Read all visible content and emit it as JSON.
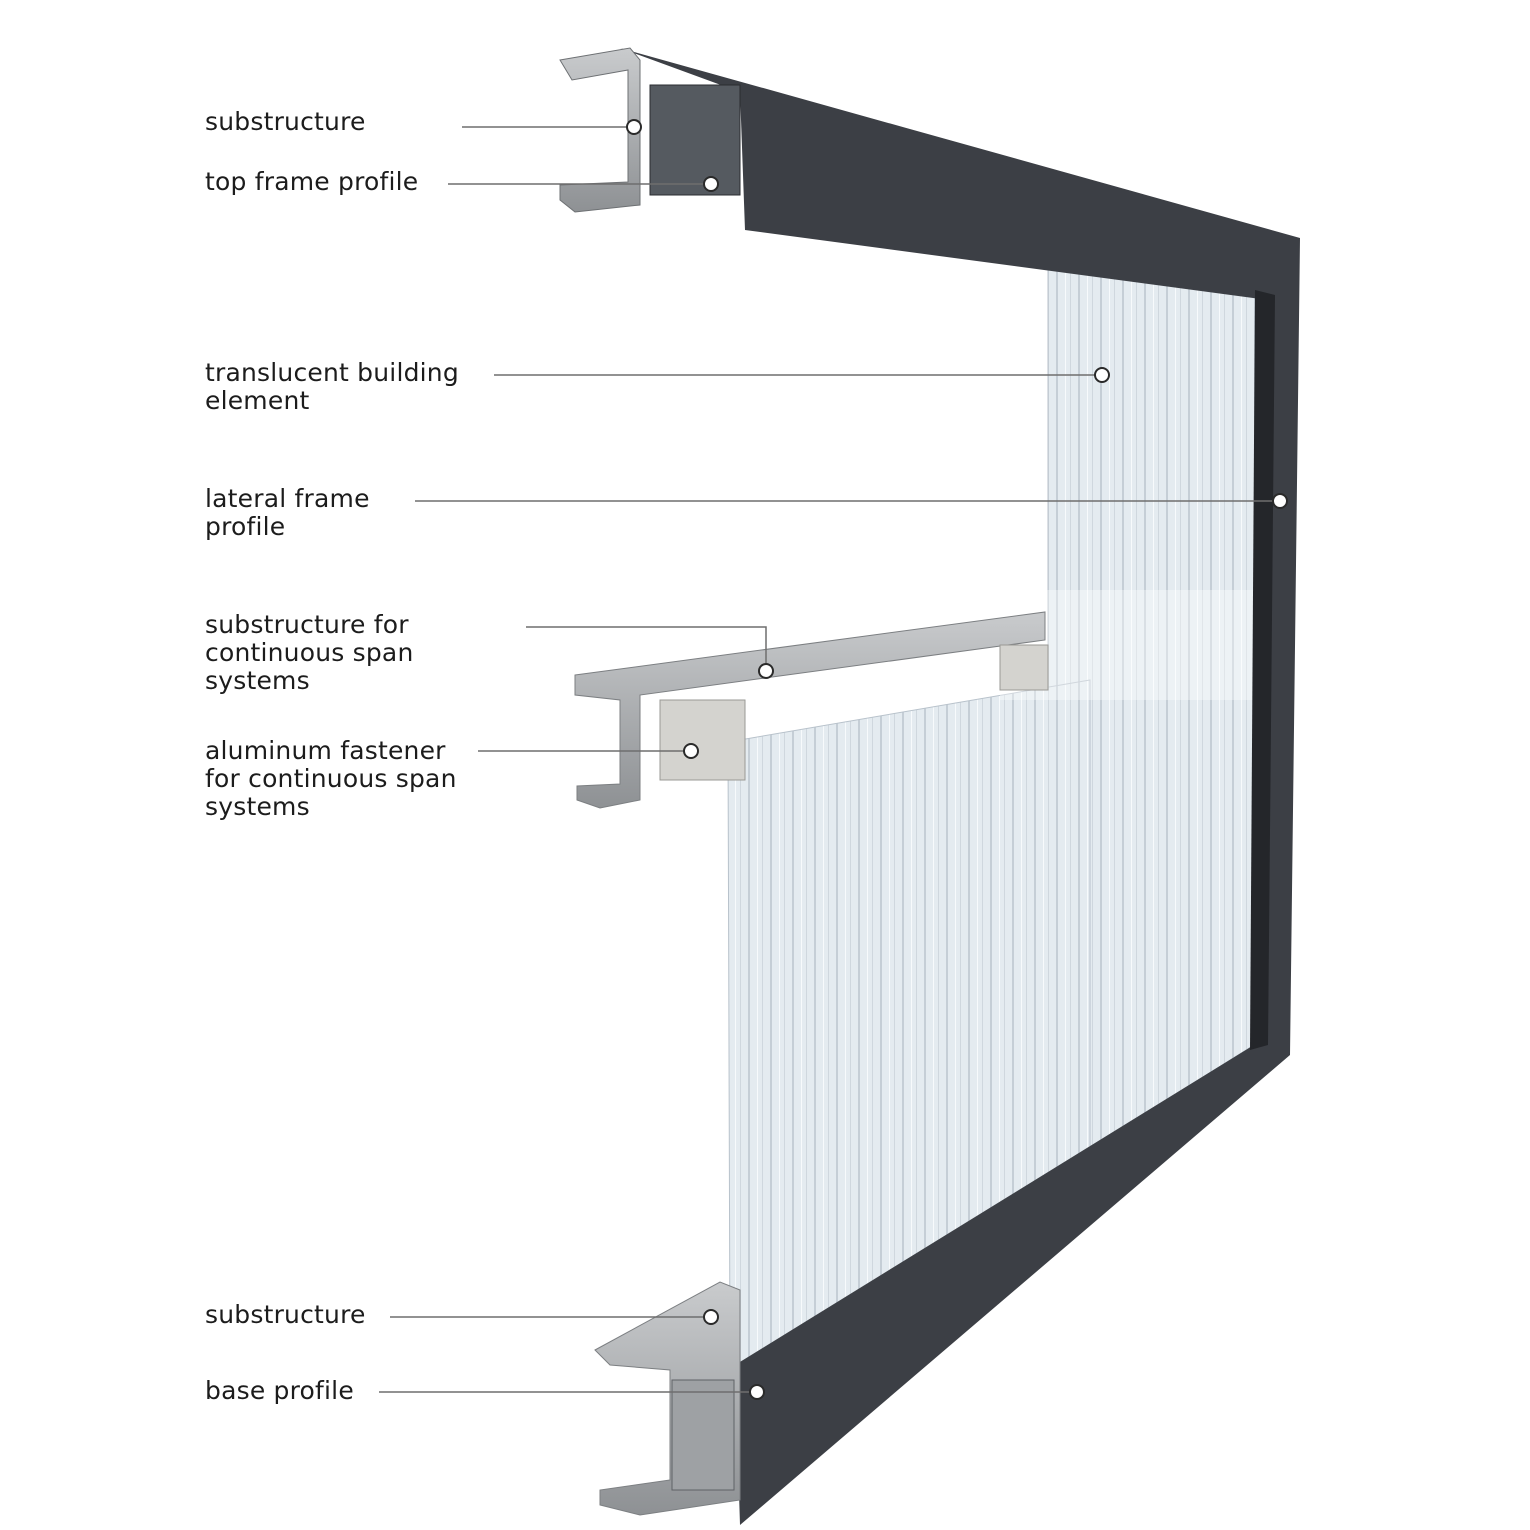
{
  "diagram": {
    "colors": {
      "frame": "#3c3f45",
      "steel": "#a9acae",
      "glass": "#e6edf2",
      "leader": "#6e6e6e"
    },
    "labels": [
      {
        "id": "substructure-top",
        "lines": [
          "substructure"
        ]
      },
      {
        "id": "top-frame-profile",
        "lines": [
          "top frame profile"
        ]
      },
      {
        "id": "translucent-building-element",
        "lines": [
          "translucent building",
          "element"
        ]
      },
      {
        "id": "lateral-frame-profile",
        "lines": [
          "lateral frame",
          "profile"
        ]
      },
      {
        "id": "substructure-continuous-span",
        "lines": [
          "substructure for",
          "continuous span",
          "systems"
        ]
      },
      {
        "id": "aluminum-fastener",
        "lines": [
          "aluminum fastener",
          "for continuous span",
          "systems"
        ]
      },
      {
        "id": "substructure-bottom",
        "lines": [
          "substructure"
        ]
      },
      {
        "id": "base-profile",
        "lines": [
          "base profile"
        ]
      }
    ]
  }
}
